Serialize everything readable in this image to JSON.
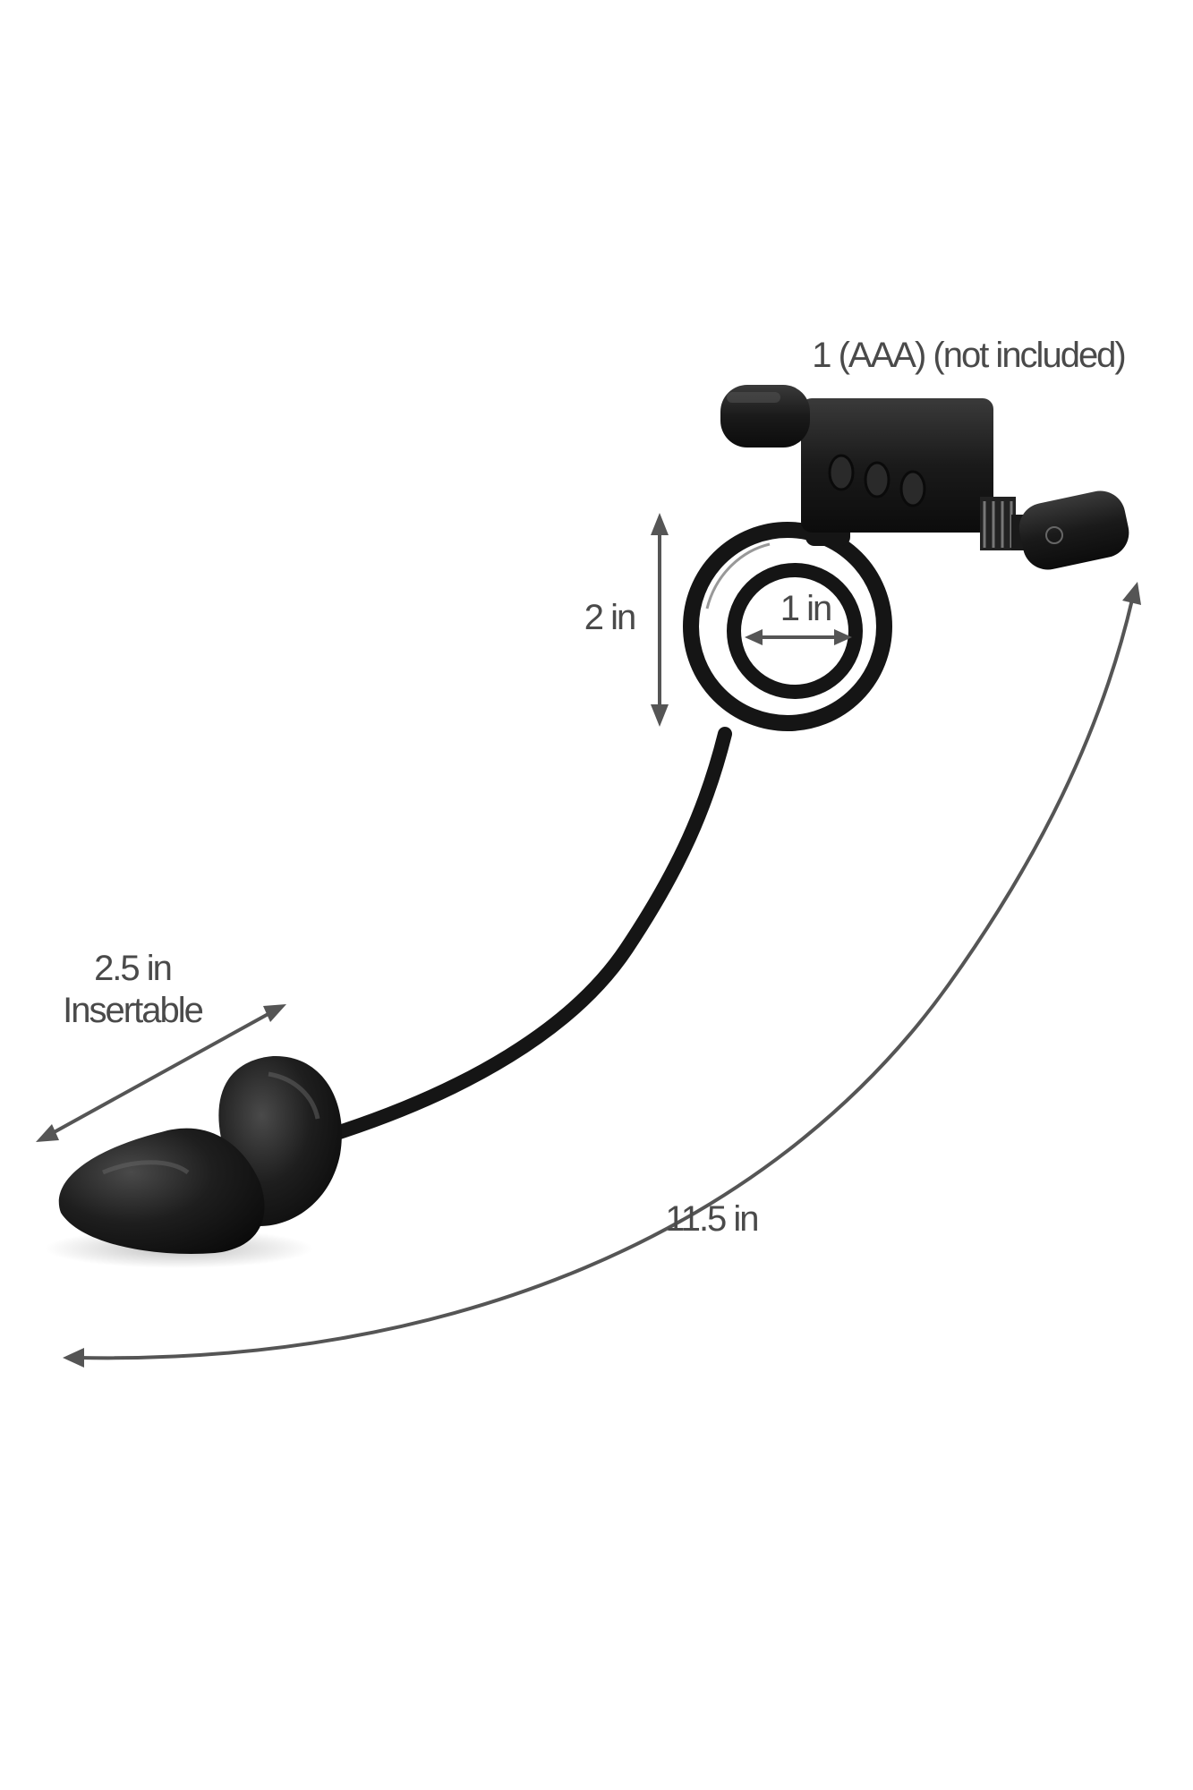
{
  "labels": {
    "battery": "1 (AAA) (not included)",
    "ring_height": "2 in",
    "ring_inner": "1 in",
    "insertable_length": "2.5 in",
    "insertable_word": "Insertable",
    "total_length": "11.5 in"
  },
  "colors": {
    "product": "#1a1a1a",
    "arrow": "#555555",
    "text": "#4a4a4a",
    "background": "#ffffff"
  }
}
